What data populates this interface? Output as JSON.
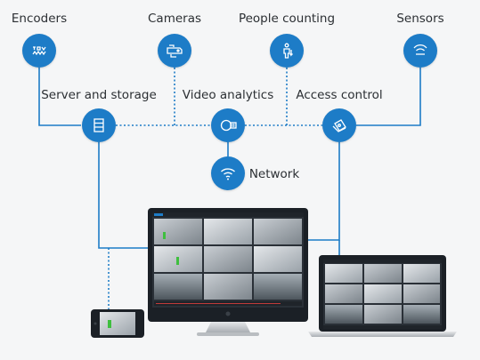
{
  "labels": {
    "encoders": "Encoders",
    "cameras": "Cameras",
    "people_counting": "People counting",
    "sensors": "Sensors",
    "server_storage": "Server and storage",
    "video_analytics": "Video analytics",
    "access_control": "Access control",
    "network": "Network"
  },
  "colors": {
    "accent": "#1d7cc7",
    "line": "#1d7cc7",
    "background": "#f5f6f7",
    "device_frame": "#1b2026"
  },
  "icons": [
    "encoder-icon",
    "camera-icon",
    "people-counting-icon",
    "sensor-icon",
    "server-icon",
    "video-analytics-icon",
    "access-control-icon",
    "wifi-icon"
  ]
}
